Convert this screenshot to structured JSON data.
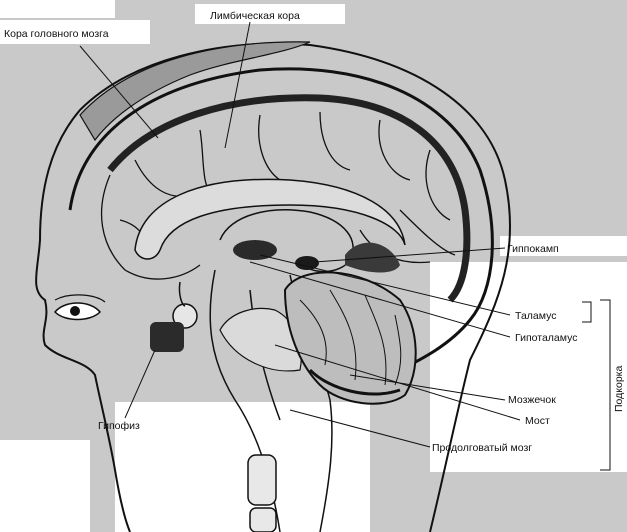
{
  "labels": {
    "cortex": "Кора головного мозга",
    "limbic_cortex": "Лимбическая кора",
    "hippocampus": "Гиппокамп",
    "thalamus": "Таламус",
    "hypothalamus": "Гипоталамус",
    "cerebellum": "Мозжечок",
    "pons": "Мост",
    "medulla": "Продолговатый мозг",
    "pituitary": "Гипофиз",
    "subcortex": "Подкорка"
  },
  "colors": {
    "background": "#c9c9c9",
    "ink": "#111111",
    "page_paper": "#ffffff"
  }
}
